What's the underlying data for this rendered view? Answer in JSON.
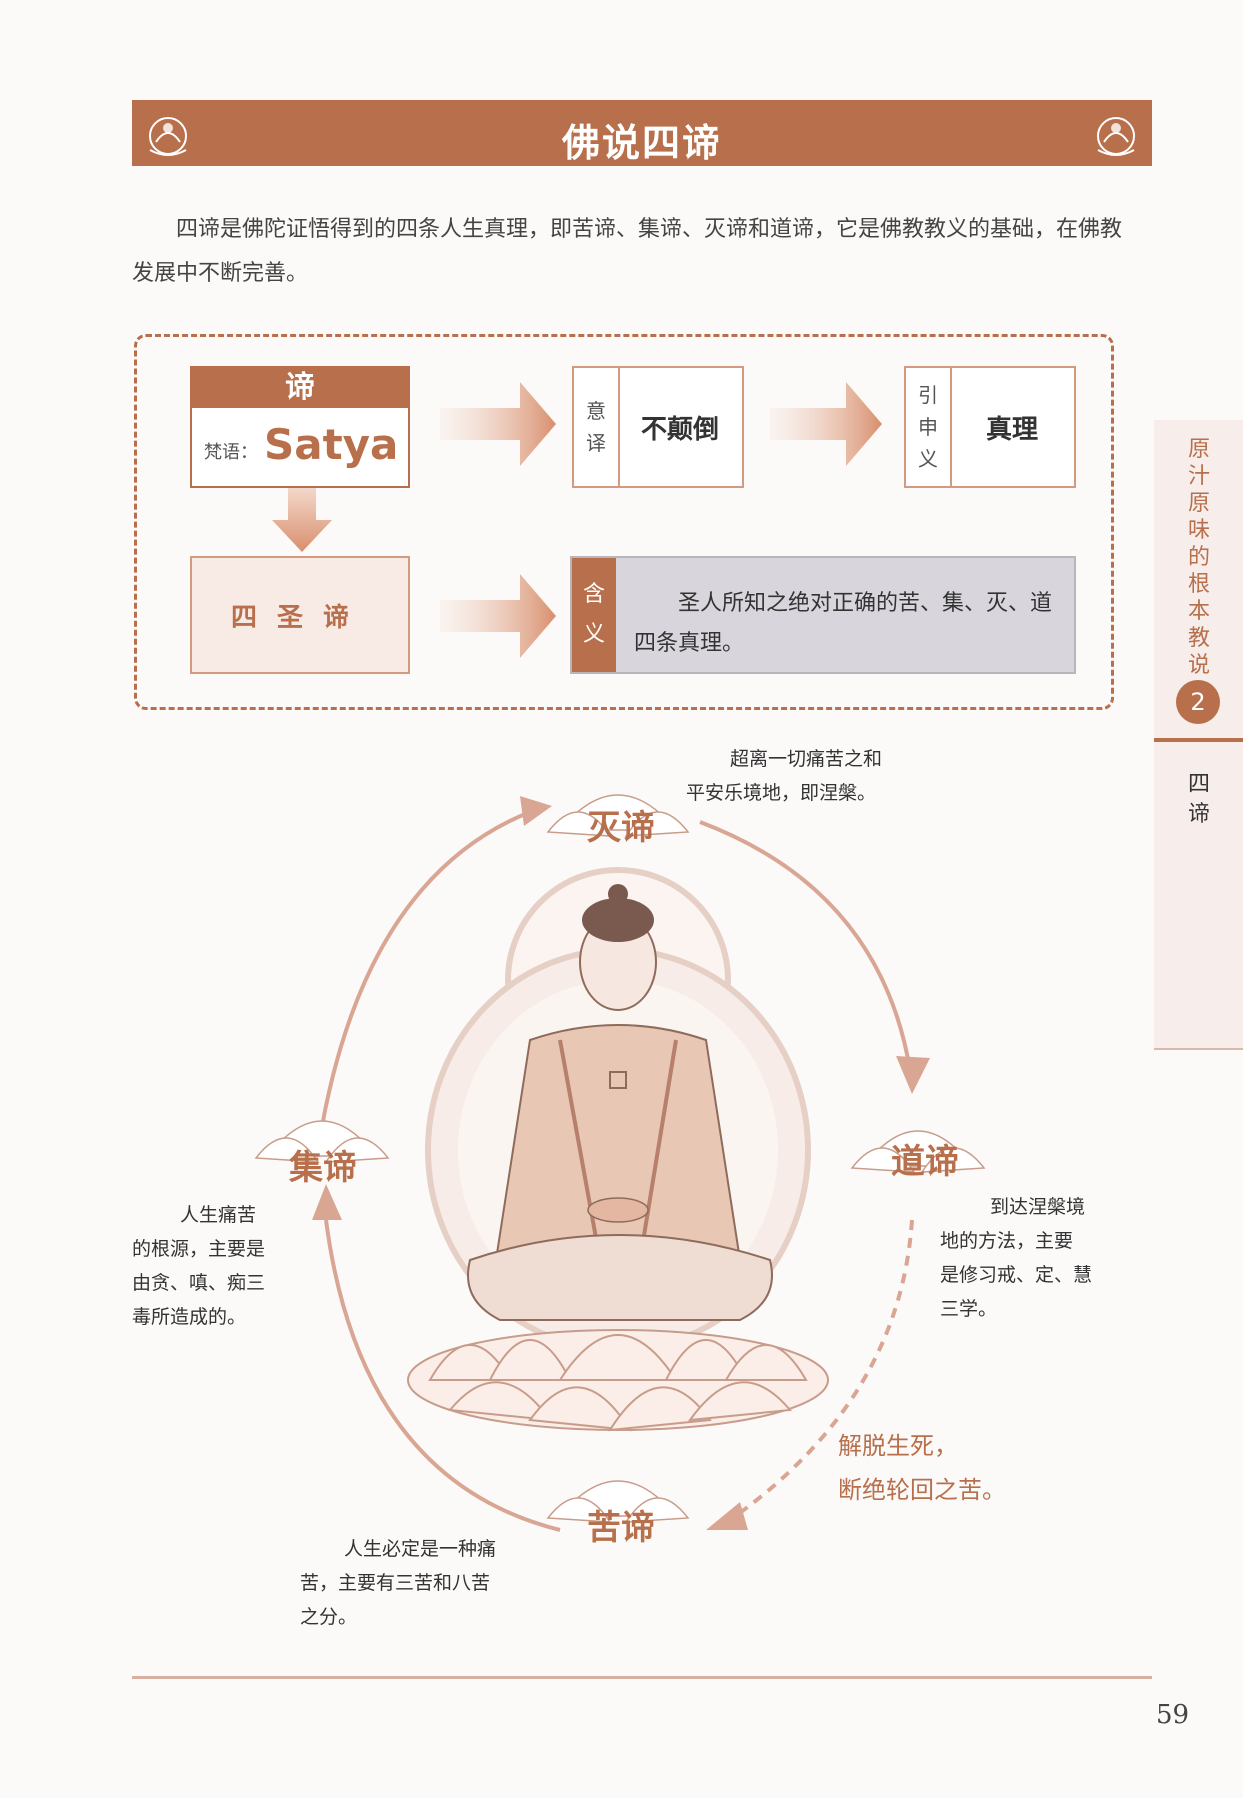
{
  "title": "佛说四谛",
  "intro": "四谛是佛陀证悟得到的四条人生真理，即苦谛、集谛、灭谛和道谛，它是佛教教义的基础，在佛教发展中不断完善。",
  "chart": {
    "satya_head": "谛",
    "satya_small": "梵语：",
    "satya_big": "Satya",
    "box1_label": [
      "意",
      "译"
    ],
    "box1_value": "不颠倒",
    "box2_label": [
      "引",
      "申",
      "义"
    ],
    "box2_value": "真理",
    "sida": "四圣谛",
    "meaning_label": [
      "含",
      "义"
    ],
    "meaning_text": "圣人所知之绝对正确的苦、集、灭、道四条真理。"
  },
  "sidebar": {
    "vertical_title": "原汁原味的根本教说",
    "chapter_number": "2",
    "section": "四谛"
  },
  "diagram": {
    "mie": {
      "label": "灭谛",
      "caption": [
        "超离一切痛苦之和",
        "平安乐境地，即涅槃。"
      ]
    },
    "dao": {
      "label": "道谛",
      "caption": [
        "到达涅槃境",
        "地的方法，主要",
        "是修习戒、定、慧",
        "三学。"
      ]
    },
    "ku": {
      "label": "苦谛",
      "caption": [
        "人生必定是一种痛",
        "苦，主要有三苦和八苦",
        "之分。"
      ]
    },
    "ji": {
      "label": "集谛",
      "caption": [
        "人生痛苦",
        "的根源，主要是",
        "由贪、嗔、痴三",
        "毒所造成的。"
      ]
    },
    "release": [
      "解脱生死，",
      "断绝轮回之苦。"
    ]
  },
  "page_number": "59",
  "colors": {
    "accent": "#b86f4b",
    "light": "#f8ebe6",
    "gray": "#d8d6dc"
  }
}
